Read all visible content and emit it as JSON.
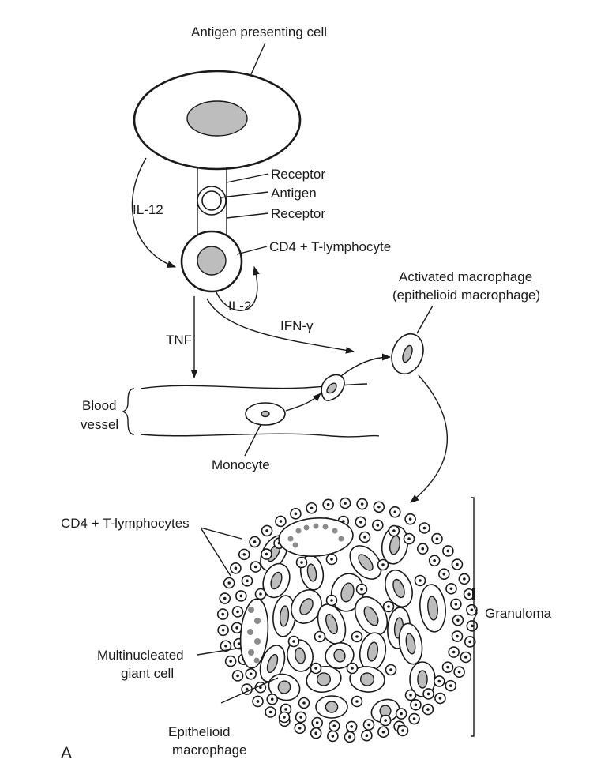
{
  "labels": {
    "apc": "Antigen presenting cell",
    "receptor_top": "Receptor",
    "antigen": "Antigen",
    "receptor_bottom": "Receptor",
    "cd4_t": "CD4 + T-lymphocyte",
    "il12": "IL-12",
    "il2": "IL-2",
    "tnf": "TNF",
    "ifn": "IFN-γ",
    "activated_macrophage_1": "Activated macrophage",
    "activated_macrophage_2": "(epithelioid macrophage)",
    "blood_1": "Blood",
    "blood_2": "vessel",
    "monocyte": "Monocyte",
    "cd4_ts": "CD4 + T-lymphocytes",
    "giant_1": "Multinucleated",
    "giant_2": "giant cell",
    "epithelioid_1": "Epithelioid",
    "epithelioid_2": "macrophage",
    "granuloma": "Granuloma",
    "panel": "A"
  }
}
